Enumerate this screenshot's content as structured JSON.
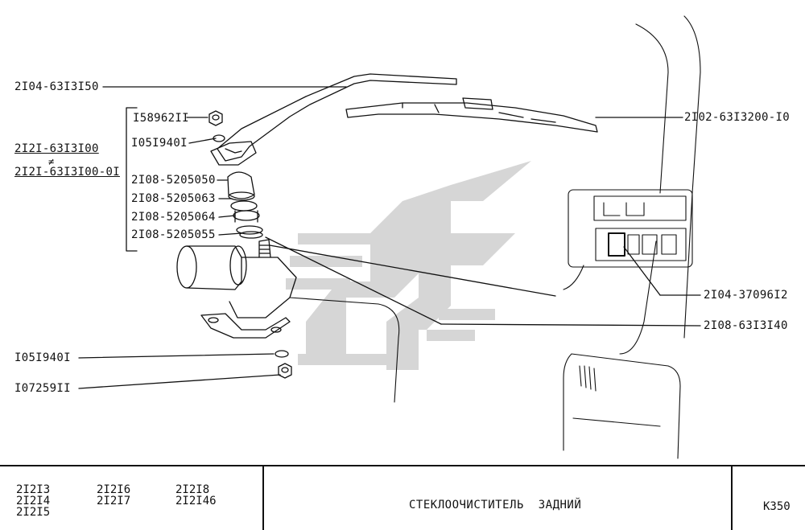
{
  "parts": {
    "arm": "2I04-63I3I50",
    "nut": "I58962II",
    "washer_top": "I05I940I",
    "assembly_a": "2I2I-63I3I00",
    "not_equal": "≠",
    "assembly_b": "2I2I-63I3I00-0I",
    "seal_1": "2I08-5205050",
    "seal_2": "2I08-5205063",
    "seal_3": "2I08-5205064",
    "seal_4": "2I08-5205055",
    "washer_bottom": "I05I940I",
    "nut_bottom": "I07259II",
    "blade": "2I02-63I3200-I0",
    "switch": "2I04-37096I2",
    "motor": "2I08-63I3I40"
  },
  "title_block": {
    "models": [
      "2I2I3",
      "2I2I4",
      "2I2I5",
      "2I2I6",
      "2I2I7",
      "2I2I8",
      "2I2I46"
    ],
    "title": "СТЕКЛООЧИСТИТЕЛЬ  ЗАДНИЙ",
    "sheet_code": "К350"
  },
  "colors": {
    "ink": "#111111",
    "watermark": "#c8c8c8"
  }
}
